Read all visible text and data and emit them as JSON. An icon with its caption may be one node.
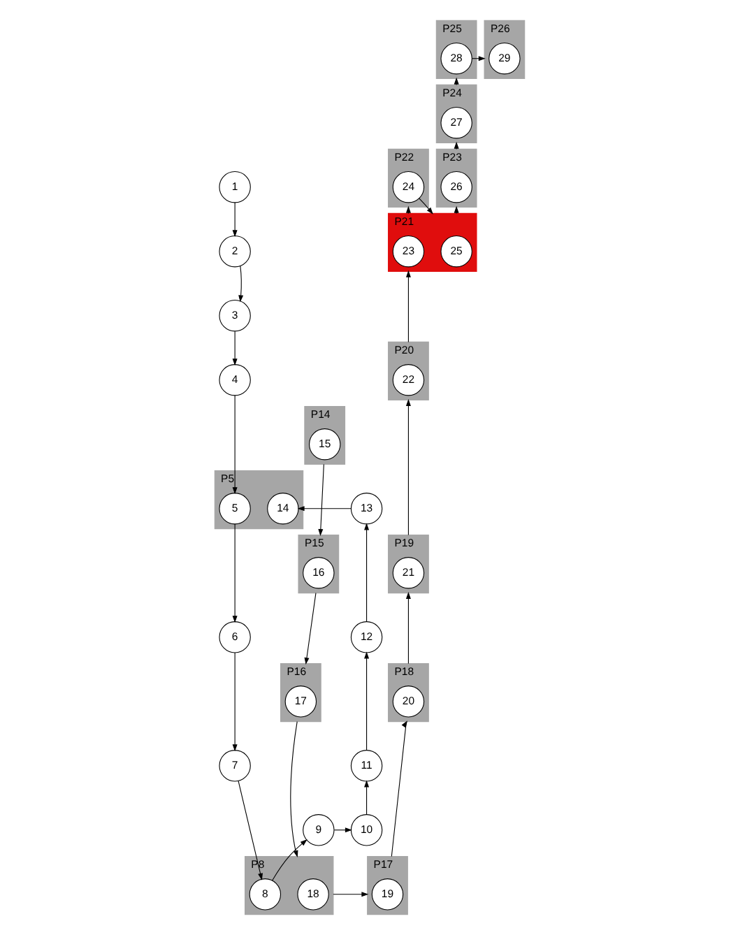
{
  "diagram": {
    "nodes": [
      {
        "text": [
          "P25"
        ]
      },
      {
        "text": [
          "28"
        ],
        "in": 0
      },
      {
        "text": [
          "P26"
        ]
      },
      {
        "text": [
          "29"
        ],
        "in": 2
      },
      {
        "text": [
          "P24"
        ]
      },
      {
        "text": [
          "27"
        ],
        "in": 4
      },
      {
        "text": [
          "P22"
        ]
      },
      {
        "text": [
          "24"
        ],
        "in": 6
      },
      {
        "text": [
          "P23"
        ]
      },
      {
        "text": [
          "26"
        ],
        "in": 8
      },
      {
        "text": [
          "1"
        ]
      },
      {
        "text": [
          "2"
        ]
      },
      {
        "text": [
          "P21"
        ]
      },
      {
        "text": [
          "23"
        ],
        "in": 12
      },
      {
        "text": [
          "25"
        ],
        "in": 12
      },
      {
        "text": [
          "3"
        ]
      },
      {
        "text": [
          "P20"
        ]
      },
      {
        "text": [
          "22"
        ],
        "in": 16
      },
      {
        "text": [
          "4"
        ]
      },
      {
        "text": [
          "P14"
        ]
      },
      {
        "text": [
          "15"
        ],
        "in": 19
      },
      {
        "text": [
          "P5"
        ]
      },
      {
        "text": [
          "5"
        ],
        "in": 21
      },
      {
        "text": [
          "14"
        ],
        "in": 21
      },
      {
        "text": [
          "13"
        ]
      },
      {
        "text": [
          "P19"
        ]
      },
      {
        "text": [
          "21"
        ],
        "in": 25
      },
      {
        "text": [
          "P15"
        ]
      },
      {
        "text": [
          "16"
        ],
        "in": 27
      },
      {
        "text": [
          "6"
        ]
      },
      {
        "text": [
          "12"
        ]
      },
      {
        "text": [
          "P18"
        ]
      },
      {
        "text": [
          "20"
        ],
        "in": 31
      },
      {
        "text": [
          "P16"
        ]
      },
      {
        "text": [
          "17"
        ],
        "in": 33
      },
      {
        "text": [
          "7"
        ]
      },
      {
        "text": [
          "11"
        ]
      },
      {
        "text": [
          "9"
        ]
      },
      {
        "text": [
          "10"
        ]
      },
      {
        "text": [
          "P17"
        ]
      },
      {
        "text": [
          "19"
        ],
        "in": 39
      },
      {
        "text": [
          "P8"
        ]
      },
      {
        "text": [
          "18"
        ],
        "in": 41
      },
      {
        "text": [
          "8"
        ],
        "in": 41
      }
    ],
    "edges": [
      {
        "from": 10,
        "to": 11,
        "arrow": "to"
      },
      {
        "from": 11,
        "to": 15,
        "arrow": "to"
      },
      {
        "from": 15,
        "to": 18,
        "arrow": "to"
      },
      {
        "from": 18,
        "to": 22,
        "arrow": "to"
      },
      {
        "from": 22,
        "to": 29,
        "arrow": "to"
      },
      {
        "from": 29,
        "to": 35,
        "arrow": "to"
      },
      {
        "from": 35,
        "to": 43,
        "arrow": "to"
      },
      {
        "from": 43,
        "to": 37,
        "arrow": "to"
      },
      {
        "from": 37,
        "to": 38,
        "arrow": "to"
      },
      {
        "from": 38,
        "to": 36,
        "arrow": "to"
      },
      {
        "from": 36,
        "to": 30,
        "arrow": "to"
      },
      {
        "from": 30,
        "to": 24,
        "arrow": "to"
      },
      {
        "from": 24,
        "to": 23,
        "arrow": "to"
      },
      {
        "from": 19,
        "to": 27,
        "arrow": "to"
      },
      {
        "from": 27,
        "to": 33,
        "arrow": "to"
      },
      {
        "from": 33,
        "to": 41,
        "arrow": "to"
      },
      {
        "from": 41,
        "to": 39,
        "arrow": "to"
      },
      {
        "from": 39,
        "to": 31,
        "arrow": "to"
      },
      {
        "from": 31,
        "to": 25,
        "arrow": "to"
      },
      {
        "from": 25,
        "to": 16,
        "arrow": "to"
      },
      {
        "from": 16,
        "to": 12,
        "arrow": "to"
      },
      {
        "from": 12,
        "to": 6,
        "arrow": "to"
      },
      {
        "from": 7,
        "to": 12,
        "arrow": "to"
      },
      {
        "from": 12,
        "to": 8,
        "arrow": "to"
      },
      {
        "from": 8,
        "to": 4,
        "arrow": "to"
      },
      {
        "from": 4,
        "to": 0,
        "arrow": "to"
      },
      {
        "from": 1,
        "to": 2,
        "arrow": "to"
      }
    ]
  }
}
